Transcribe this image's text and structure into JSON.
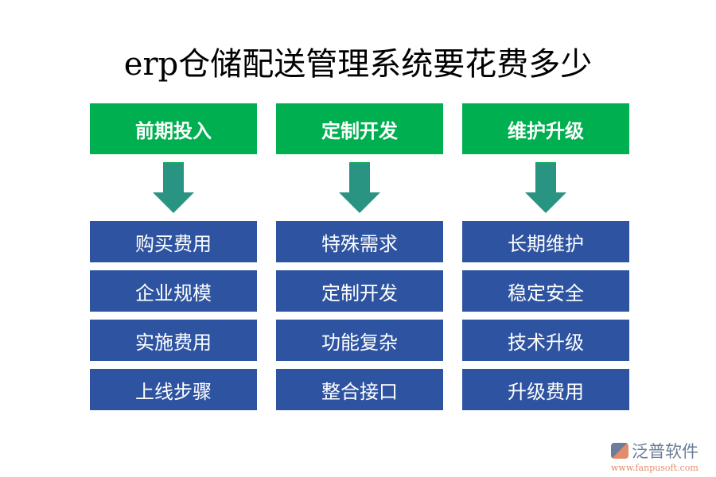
{
  "title": "erp仓储配送管理系统要花费多少",
  "columns": [
    {
      "header": "前期投入",
      "items": [
        "购买费用",
        "企业规模",
        "实施费用",
        "上线步骤"
      ]
    },
    {
      "header": "定制开发",
      "items": [
        "特殊需求",
        "定制开发",
        "功能复杂",
        "整合接口"
      ]
    },
    {
      "header": "维护升级",
      "items": [
        "长期维护",
        "稳定安全",
        "技术升级",
        "升级费用"
      ]
    }
  ],
  "logo": {
    "name": "泛普软件",
    "url": "www.fanpusoft.com"
  },
  "colors": {
    "header": "#00b050",
    "item": "#2e54a1",
    "arrow": "#2a9483"
  }
}
